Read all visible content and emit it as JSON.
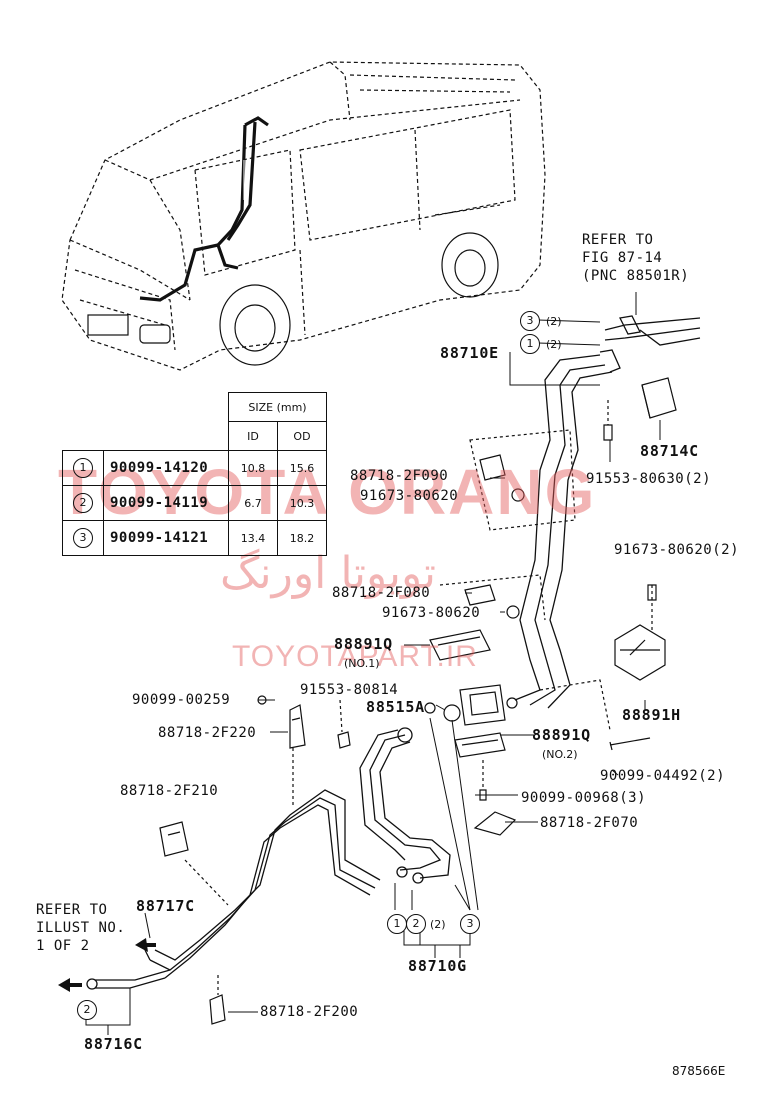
{
  "refer_top": {
    "line1": "REFER TO",
    "line2": "FIG 87-14",
    "line3": "(PNC 88501R)"
  },
  "refer_left": {
    "line1": "REFER TO",
    "line2": "ILLUST NO.",
    "line3": "1 OF 2"
  },
  "size_table": {
    "header": "SIZE (mm)",
    "col_id": "ID",
    "col_od": "OD",
    "rows": [
      {
        "num": "1",
        "part": "90099-14120",
        "id": "10.8",
        "od": "15.6"
      },
      {
        "num": "2",
        "part": "90099-14119",
        "id": "6.7",
        "od": "10.3"
      },
      {
        "num": "3",
        "part": "90099-14121",
        "id": "13.4",
        "od": "18.2"
      }
    ]
  },
  "callouts": {
    "p88710E": "88710E",
    "p88714C": "88714C",
    "p91553_80630": "91553-80630(2)",
    "p88718_2F090": "88718-2F090",
    "p91673_80620_a": "91673-80620",
    "p91673_80620_2": "91673-80620(2)",
    "p88718_2F080": "88718-2F080",
    "p91673_80620_b": "91673-80620",
    "p88891Q_1": "88891Q",
    "no1": "(NO.1)",
    "p88891H": "88891H",
    "p90099_00259": "90099-00259",
    "p91553_80814": "91553-80814",
    "p88515A": "88515A",
    "p88891Q_2": "88891Q",
    "no2": "(NO.2)",
    "p88718_2F220": "88718-2F220",
    "p90099_04492": "90099-04492(2)",
    "p88718_2F210": "88718-2F210",
    "p90099_00968": "90099-00968(3)",
    "p88718_2F070": "88718-2F070",
    "p88717C": "88717C",
    "p88710G": "88710G",
    "p88718_2F200": "88718-2F200",
    "p88716C": "88716C",
    "q2": "(2)",
    "q2b": "(2)",
    "q2c": "(2)"
  },
  "circle_labels": {
    "c1": "1",
    "c2": "2",
    "c3": "3"
  },
  "figure_id": "878566E",
  "watermark": {
    "main": "TOYOTA ORANG",
    "persian": "تویوتا اورنگ",
    "site": "TOYOTAPART.IR",
    "color": "#e35a5a"
  },
  "line_color": "#111111"
}
